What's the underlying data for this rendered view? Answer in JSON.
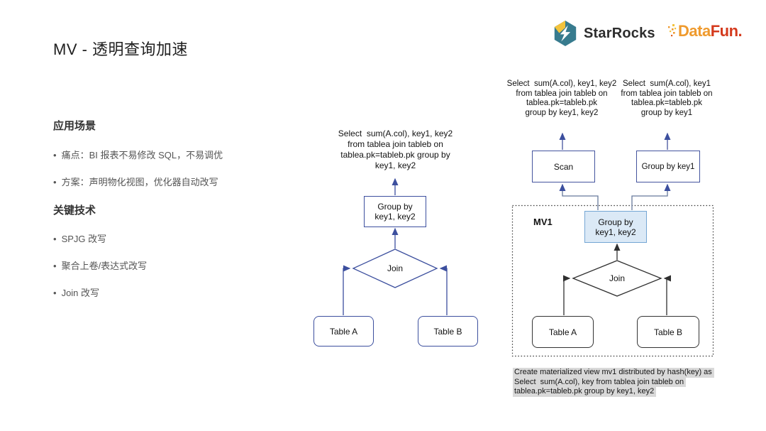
{
  "title": "MV - 透明查询加速",
  "logos": {
    "starrocks_text": "StarRocks",
    "datafun_data": "Data",
    "datafun_fun": "Fun."
  },
  "sidebar": {
    "bullet": "•",
    "sections": [
      {
        "heading": "应用场景",
        "bullets": [
          "痛点：BI 报表不易修改 SQL，不易调优",
          "方案：声明物化视图，优化器自动改写"
        ]
      },
      {
        "heading": "关键技术",
        "bullets": [
          "SPJG 改写",
          "聚合上卷/表达式改写",
          "Join 改写"
        ]
      }
    ]
  },
  "original_plan": {
    "query": [
      "Select  sum(A.col), key1, key2",
      "from tablea join tableb on",
      "tablea.pk=tableb.pk group by",
      "key1, key2"
    ],
    "groupby_line1": "Group by",
    "groupby_line2": "key1, key2",
    "join": "Join",
    "table_a": "Table A",
    "table_b": "Table B"
  },
  "rewritten_plan": {
    "query_left": [
      "Select  sum(A.col), key1, key2",
      "from tablea join tableb on",
      "tablea.pk=tableb.pk",
      "group by key1, key2"
    ],
    "query_right": [
      "Select  sum(A.col), key1",
      "from tablea join tableb on",
      "tablea.pk=tableb.pk",
      "group by key1"
    ],
    "scan": "Scan",
    "groupby_key1": "Group by key1",
    "mv_label": "MV1",
    "mv_groupby_line1": "Group by",
    "mv_groupby_line2": "key1, key2",
    "join": "Join",
    "table_a": "Table A",
    "table_b": "Table B"
  },
  "mv_ddl": [
    "Create materialized view mv1 distributed by hash(key) as",
    "Select  sum(A.col), key from tablea join tableb on",
    "tablea.pk=tableb.pk group by key1, key2"
  ],
  "colors": {
    "plan_line_blue": "#3c4f9e",
    "mv_box_fill": "#dbe9f6",
    "mv_box_border": "#74a6d4",
    "dark_line": "#2f2f2f",
    "ddl_highlight": "#d9d9d9",
    "starrocks_teal": "#377b8e",
    "starrocks_yellow": "#f3c33c",
    "datafun_orange": "#ef9a2d",
    "datafun_red": "#d43a1d"
  }
}
